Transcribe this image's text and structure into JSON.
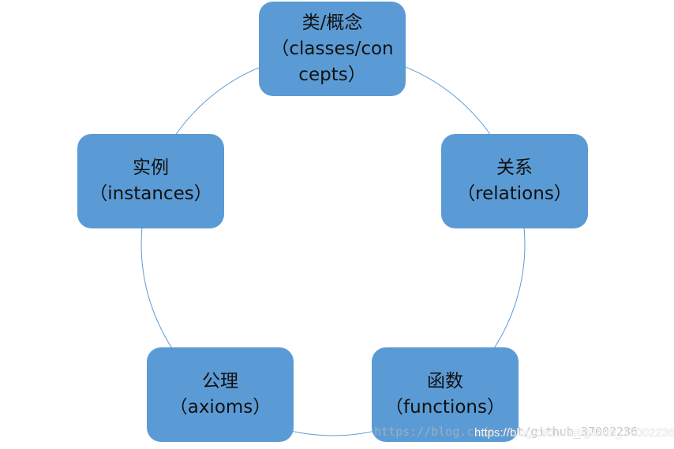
{
  "diagram": {
    "nodes": [
      {
        "id": "classes",
        "line1": "类/概念",
        "line2": "（classes/con",
        "line3": "cepts）"
      },
      {
        "id": "relations",
        "line1": "关系",
        "line2": "（relations）"
      },
      {
        "id": "functions",
        "line1": "函数",
        "line2": "（functions）"
      },
      {
        "id": "axioms",
        "line1": "公理",
        "line2": "（axioms）"
      },
      {
        "id": "instances",
        "line1": "实例",
        "line2": "（instances）"
      }
    ]
  },
  "colors": {
    "node_fill": "#5b9bd5",
    "ring_stroke": "#5b9bd5",
    "text": "#111111"
  },
  "watermark": {
    "text": "https://blog.csdn.net/github_37002236",
    "overlay": "https://blog.csdn.net/github_37002236"
  }
}
